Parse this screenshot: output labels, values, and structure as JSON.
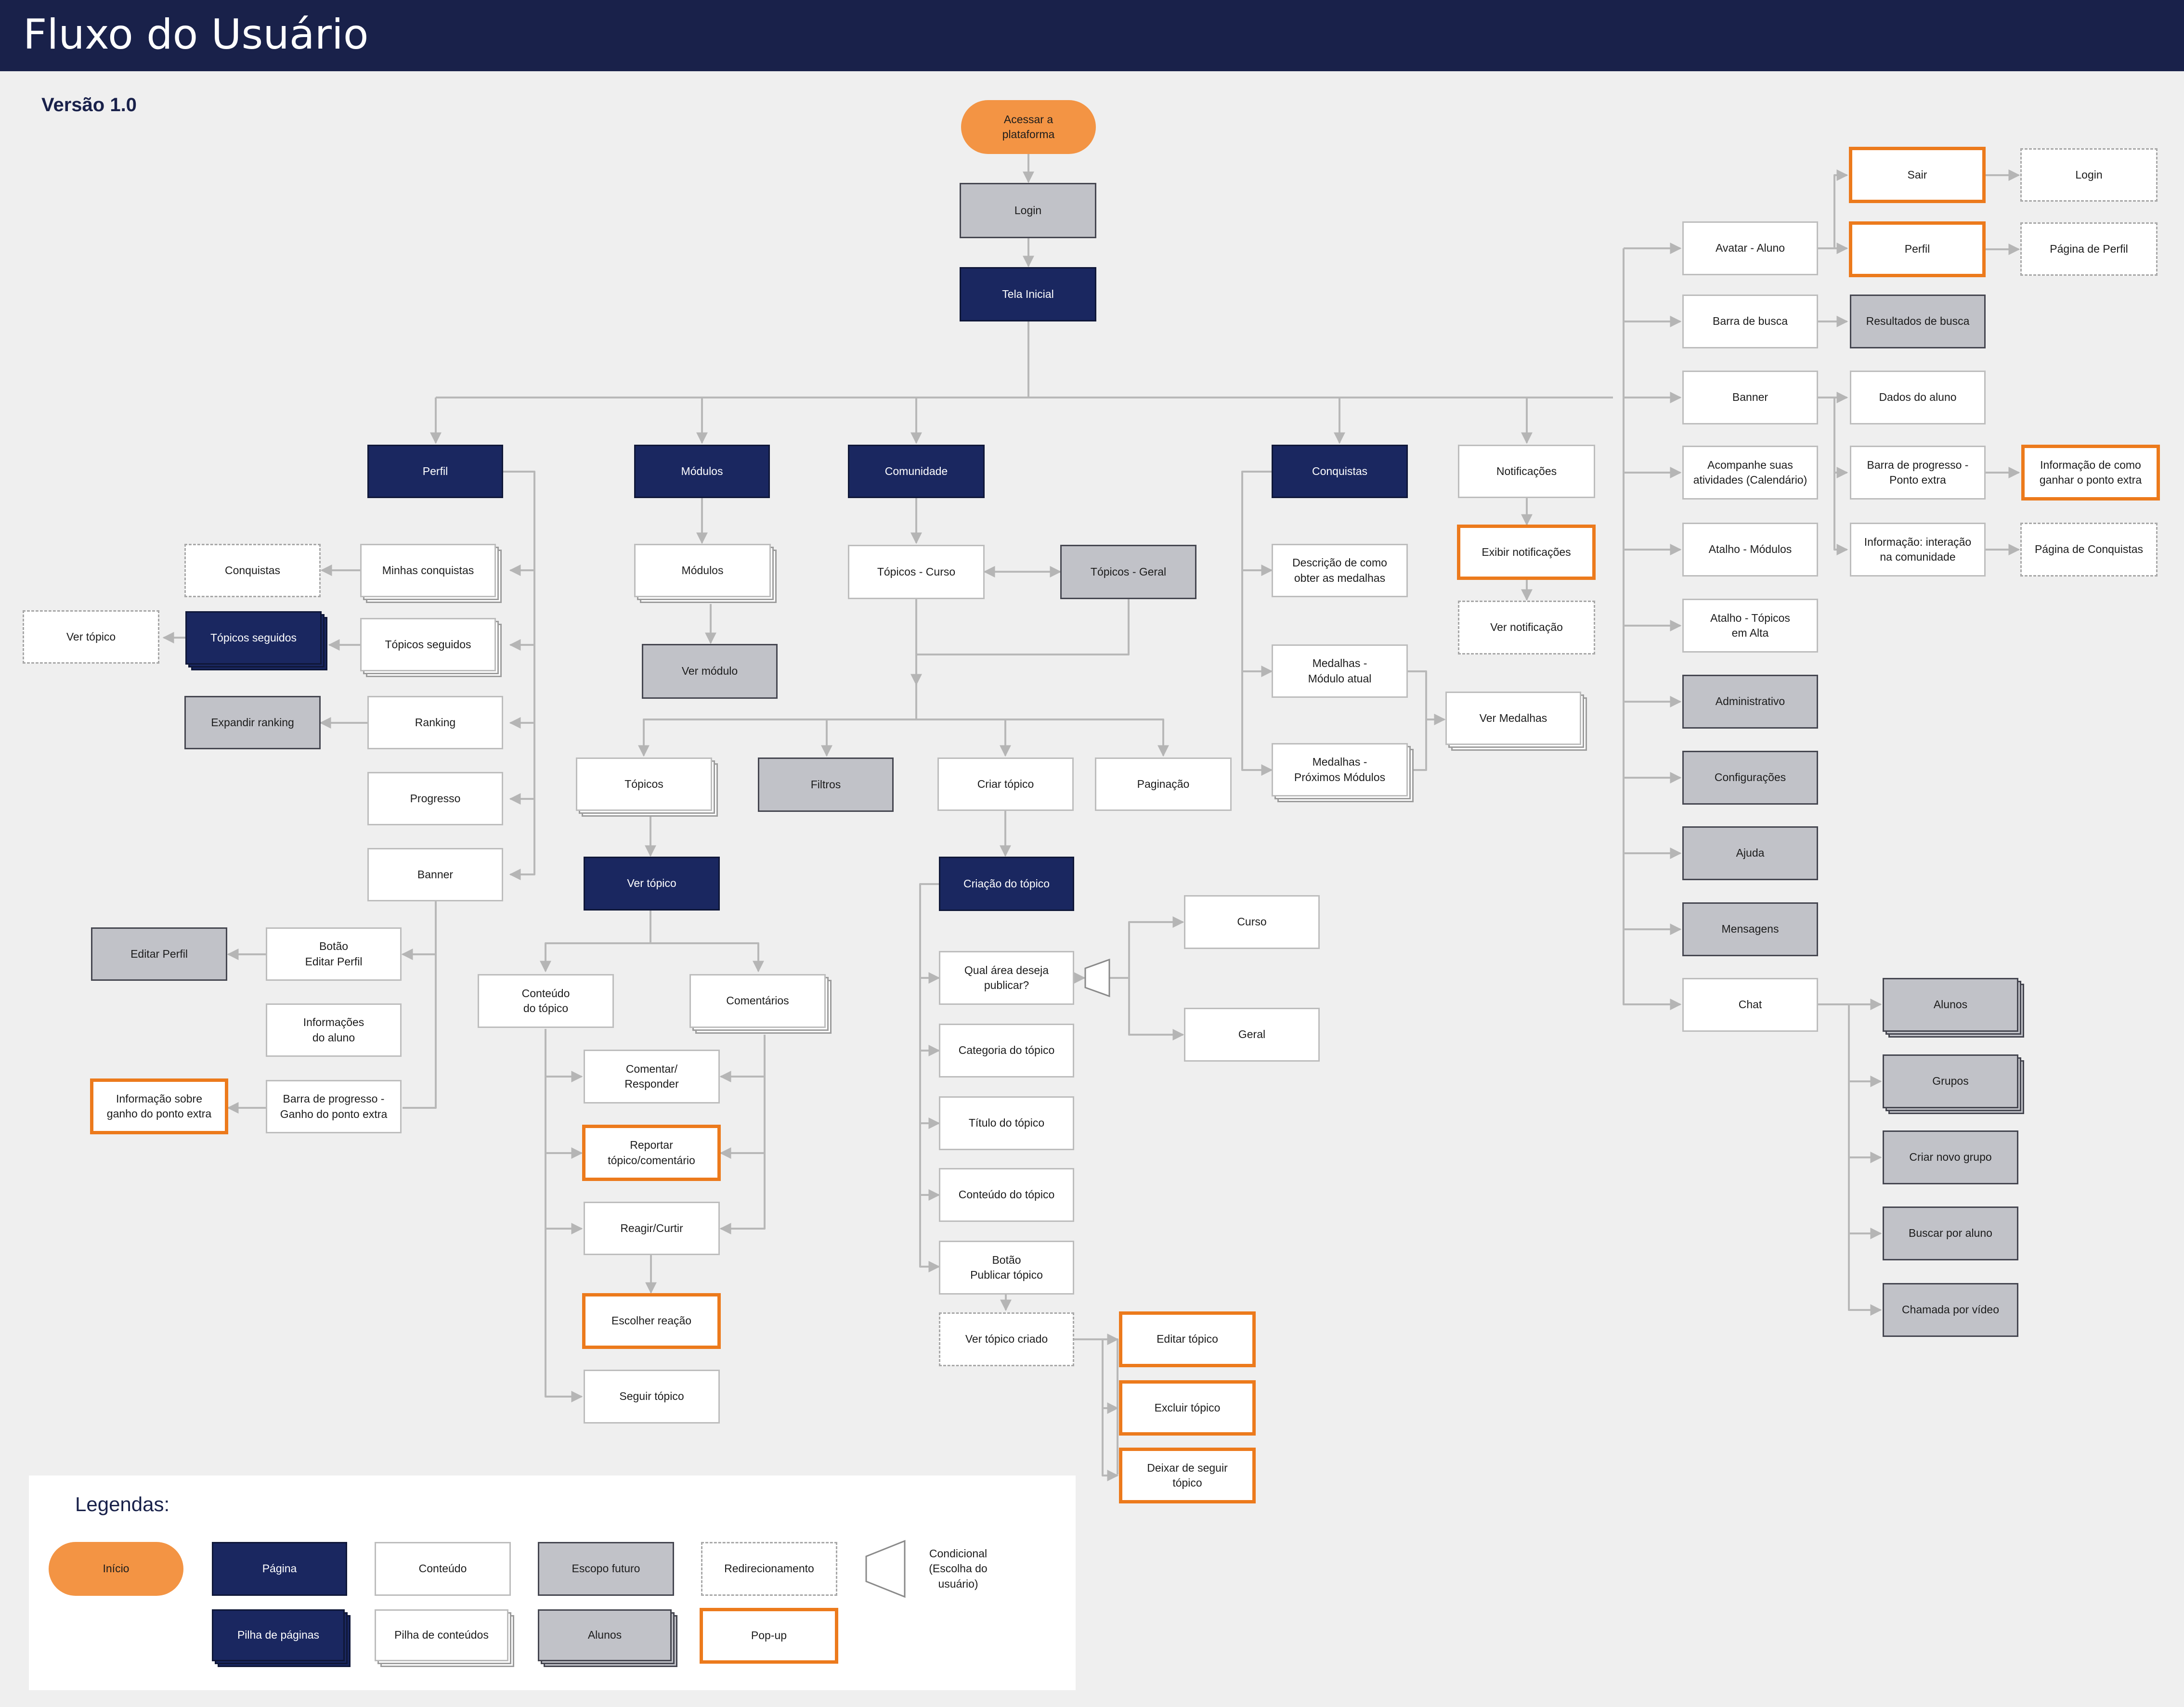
{
  "header": {
    "title": "Fluxo do Usuário"
  },
  "version": "Versão 1.0",
  "nodes": {
    "acessar": "Acessar a\nplataforma",
    "login": "Login",
    "tela_inicial": "Tela Inicial",
    "perfil": "Perfil",
    "modulos": "Módulos",
    "comunidade": "Comunidade",
    "conquistas": "Conquistas",
    "notificacoes": "Notificações",
    "minhas_conquistas": "Minhas conquistas",
    "conquistas_redirect": "Conquistas",
    "topicos_seguidos": "Tópicos seguidos",
    "topicos_seguidos_page": "Tópicos seguidos",
    "ver_topico_redirect": "Ver tópico",
    "ranking": "Ranking",
    "expandir_ranking": "Expandir ranking",
    "progresso": "Progresso",
    "banner_perfil": "Banner",
    "botao_editar_perfil": "Botão\nEditar Perfil",
    "editar_perfil": "Editar Perfil",
    "informacoes_aluno": "Informações\ndo aluno",
    "barra_progresso_perfil": "Barra de progresso -\nGanho do ponto extra",
    "info_ganho_ponto": "Informação sobre\nganho do ponto extra",
    "modulos_list": "Módulos",
    "ver_modulo": "Ver módulo",
    "topicos_curso": "Tópicos - Curso",
    "topicos_geral": "Tópicos - Geral",
    "topicos": "Tópicos",
    "filtros": "Filtros",
    "criar_topico": "Criar tópico",
    "paginacao": "Paginação",
    "ver_topico": "Ver tópico",
    "conteudo_topico": "Conteúdo\ndo tópico",
    "comentarios": "Comentários",
    "comentar": "Comentar/\nResponder",
    "reportar": "Reportar\ntópico/comentário",
    "reagir": "Reagir/Curtir",
    "escolher_reacao": "Escolher reação",
    "seguir_topico": "Seguir tópico",
    "criacao_topico": "Criação do tópico",
    "qual_area": "Qual área deseja\npublicar?",
    "curso": "Curso",
    "geral": "Geral",
    "categoria_topico": "Categoria do tópico",
    "titulo_topico": "Título do tópico",
    "conteudo_do_topico": "Conteúdo do tópico",
    "botao_publicar": "Botão\nPublicar tópico",
    "ver_topico_criado": "Ver tópico criado",
    "editar_topico": "Editar tópico",
    "excluir_topico": "Excluir tópico",
    "deixar_seguir": "Deixar de seguir\ntópico",
    "descricao_medalhas": "Descrição de como\nobter as medalhas",
    "medalhas_atual": "Medalhas -\nMódulo atual",
    "medalhas_proximos": "Medalhas -\nPróximos Módulos",
    "ver_medalhas": "Ver Medalhas",
    "exibir_notificacoes": "Exibir notificações",
    "ver_notificacao": "Ver notificação",
    "avatar": "Avatar - Aluno",
    "sair": "Sair",
    "login_redirect": "Login",
    "perfil_popup": "Perfil",
    "pagina_perfil": "Página de Perfil",
    "barra_busca": "Barra de busca",
    "resultados_busca": "Resultados de busca",
    "banner_home": "Banner",
    "dados_aluno": "Dados do aluno",
    "barra_progresso_ponto": "Barra de progresso -\nPonto extra",
    "info_ganhar_ponto": "Informação de como\nganhar o ponto extra",
    "info_interacao": "Informação: interação\nna comunidade",
    "pagina_conquistas": "Página de Conquistas",
    "acompanhe": "Acompanhe suas\natividades (Calendário)",
    "atalho_modulos": "Atalho - Módulos",
    "atalho_topicos": "Atalho - Tópicos\nem Alta",
    "administrativo": "Administrativo",
    "configuracoes": "Configurações",
    "ajuda": "Ajuda",
    "mensagens": "Mensagens",
    "chat": "Chat",
    "alunos": "Alunos",
    "grupos": "Grupos",
    "criar_grupo": "Criar novo grupo",
    "buscar_aluno": "Buscar por aluno",
    "chamada_video": "Chamada por vídeo"
  },
  "legend": {
    "title": "Legendas:",
    "inicio": "Início",
    "pagina": "Página",
    "conteudo": "Conteúdo",
    "escopo_futuro": "Escopo futuro",
    "redirecionamento": "Redirecionamento",
    "condicional": "Condicional\n(Escolha do usuário)",
    "pilha_paginas": "Pilha de páginas",
    "pilha_conteudos": "Pilha de conteúdos",
    "alunos": "Alunos",
    "popup": "Pop-up"
  },
  "colors": {
    "header_bg": "#19214a",
    "page": "#1a2760",
    "start": "#f39444",
    "future": "#c1c2c8",
    "popup_border": "#ec7a1c",
    "connector": "#b8b8b8"
  }
}
